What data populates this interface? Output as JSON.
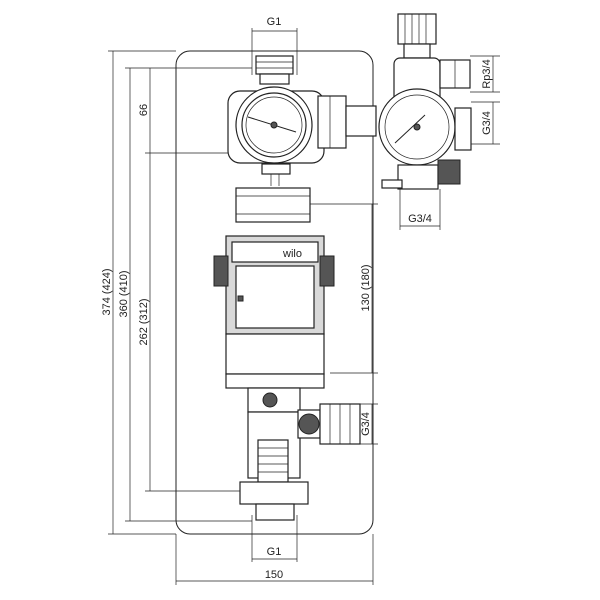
{
  "dimensions": {
    "top_connection": "G1",
    "bottom_connection": "G1",
    "total_width": "150",
    "height_374": "374 (424)",
    "height_360": "360 (410)",
    "height_262": "262 (312)",
    "height_66": "66",
    "pump_height": "130 (180)",
    "side_rp": "Rp3/4",
    "side_g_upper": "G3/4",
    "side_g_bottom": "G3/4",
    "side_g_lower": "G3/4"
  },
  "labels": {
    "pump_brand": "wilo"
  }
}
